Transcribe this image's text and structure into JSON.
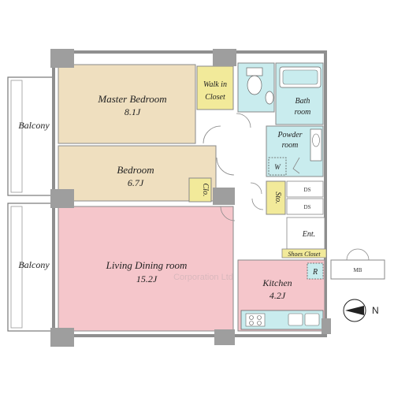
{
  "rooms": {
    "master_bedroom": {
      "name": "Master Bedroom",
      "size": "8.1J"
    },
    "bedroom": {
      "name": "Bedroom",
      "size": "6.7J"
    },
    "living_dining": {
      "name": "Living Dining room",
      "size": "15.2J"
    },
    "kitchen": {
      "name": "Kitchen",
      "size": "4.2J"
    },
    "walk_in_closet": {
      "line1": "Walk in",
      "line2": "Closet"
    },
    "bath": {
      "line1": "Bath",
      "line2": "room"
    },
    "powder": {
      "line1": "Powder",
      "line2": "room"
    },
    "closet": "Clo.",
    "storage": "Sto.",
    "entrance": "Ent.",
    "shoes_closet": "Shoes Closet",
    "balcony_top": "Balcony",
    "balcony_bottom": "Balcony"
  },
  "fixtures": {
    "washer": "W",
    "refrigerator": "R",
    "ds1": "DS",
    "ds2": "DS",
    "mb": "MB"
  },
  "compass": "N",
  "watermark": "Corporation Ltd",
  "colors": {
    "bedroom": "#efdfbf",
    "living": "#f5c6cb",
    "wet": "#c9ecee",
    "closet": "#f2ea9a",
    "wall": "#9e9e9e"
  }
}
